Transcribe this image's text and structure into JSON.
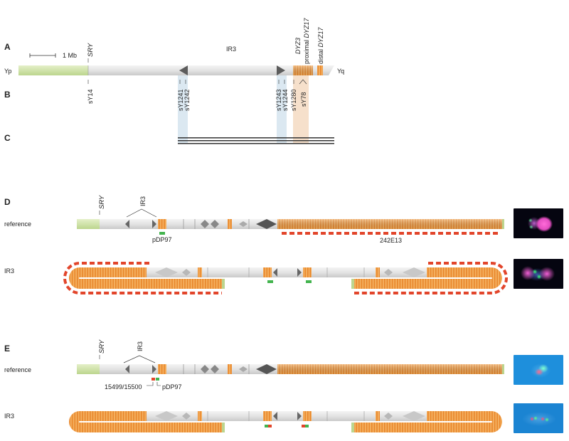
{
  "panels": {
    "A": {
      "letter": "A",
      "yp": "Yp",
      "yq": "Yq",
      "scale": "1 Mb",
      "sry": "SRY",
      "ir3": "IR3",
      "dyz3": "DYZ3",
      "prox_prefix": "proximal ",
      "dist_prefix": "distal ",
      "dyz17": "DYZ17"
    },
    "B": {
      "letter": "B",
      "markers": [
        "sY14",
        "sY1241",
        "sY1242",
        "sY1243",
        "sY1244",
        "sY1280",
        "sY78"
      ]
    },
    "C": {
      "letter": "C"
    },
    "D": {
      "letter": "D",
      "sry": "SRY",
      "ir3": "IR3",
      "row_reference": "reference",
      "row_ir3": "IR3",
      "probe_green": "pDP97",
      "probe_red": "242E13"
    },
    "E": {
      "letter": "E",
      "sry": "SRY",
      "ir3": "IR3",
      "row_reference": "reference",
      "row_ir3": "IR3",
      "probe_red": "15499/15500",
      "probe_green": "pDP97"
    }
  },
  "colors": {
    "short_arm": "#cfe2a8",
    "heterochromatin": "#f0a245",
    "ir3_arrow": "#5a5a5a",
    "chromosome_grey": "#e3e3e3",
    "deletion_blue": "#dbe8f1",
    "deletion_orange": "#f6e0cb",
    "probe_red": "#e2452b",
    "probe_green": "#43b44e",
    "fish_dapi_black": "#050510",
    "fish_dapi_blue": "#1e8fdc"
  },
  "micrographs": [
    {
      "name": "micrograph-d-reference",
      "background": "black"
    },
    {
      "name": "micrograph-d-ir3",
      "background": "black"
    },
    {
      "name": "micrograph-e-reference",
      "background": "blue"
    },
    {
      "name": "micrograph-e-ir3",
      "background": "blue"
    }
  ]
}
